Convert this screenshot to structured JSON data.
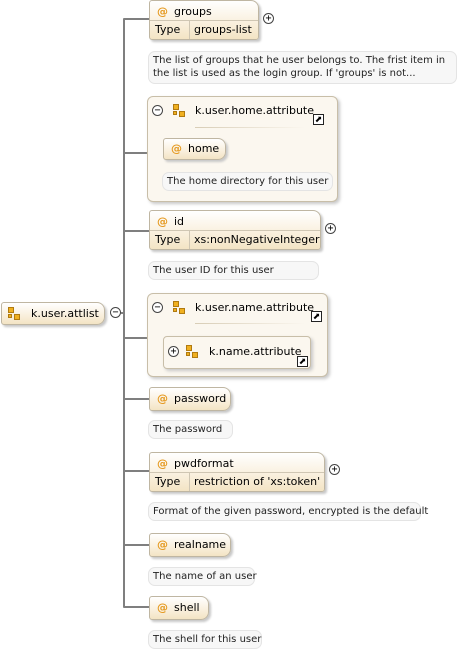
{
  "root": {
    "label": "k.user.attlist"
  },
  "type_label": "Type",
  "groups": {
    "name": "groups",
    "type": "groups-list",
    "doc_line1": "The list of groups that he user belongs to. The frist item in",
    "doc_line2": "the list is used as the login group. If 'groups' is not..."
  },
  "home_group": {
    "title": "k.user.home.attribute",
    "attr_name": "home",
    "doc": "The home directory for this user"
  },
  "id": {
    "name": "id",
    "type": "xs:nonNegativeInteger",
    "doc": "The user ID for this user"
  },
  "name_group": {
    "title": "k.user.name.attribute",
    "inner_title": "k.name.attribute"
  },
  "password": {
    "name": "password",
    "doc": "The password"
  },
  "pwdformat": {
    "name": "pwdformat",
    "type": "restriction of 'xs:token'",
    "doc": "Format of the given password, encrypted is the default"
  },
  "realname": {
    "name": "realname",
    "doc": "The name of an user"
  },
  "shell": {
    "name": "shell",
    "doc": "The shell for this user"
  },
  "symbols": {
    "at": "@",
    "plus": "+",
    "minus": "−",
    "jump": "⬈"
  },
  "icons": {
    "attribute": "at-sign-icon",
    "group": "attribute-group-icon",
    "expand": "plus-circle-icon",
    "collapse": "minus-circle-icon",
    "jump": "jump-arrow-icon"
  }
}
